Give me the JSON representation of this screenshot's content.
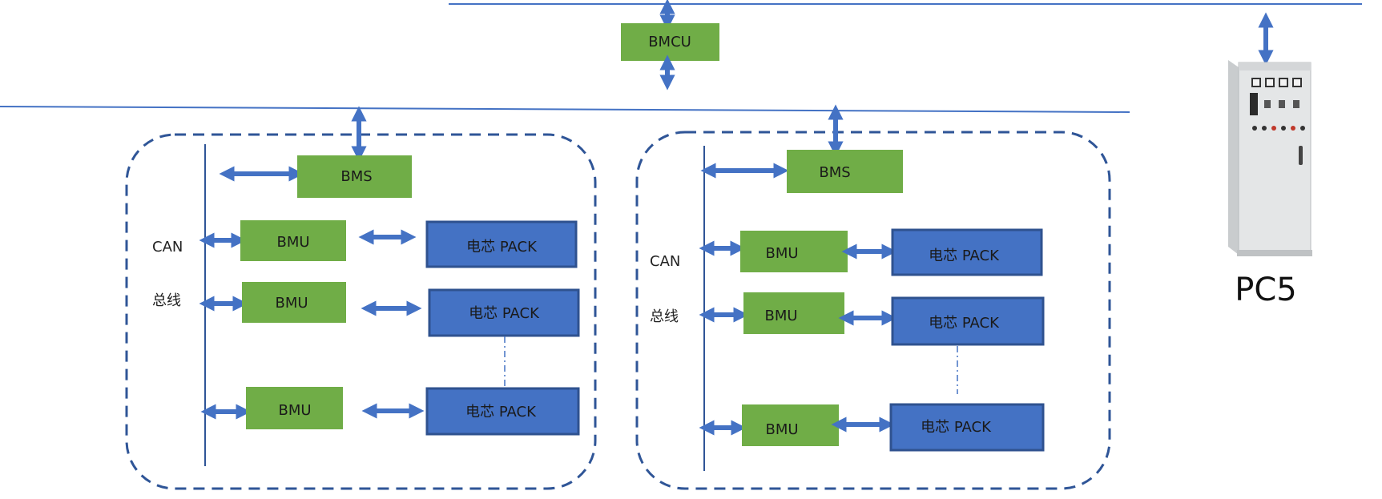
{
  "top_controller": {
    "label": "BMCU"
  },
  "cabinet": {
    "label": "PC5"
  },
  "groups": [
    {
      "bms_label": "BMS",
      "bus_label_line1": "CAN",
      "bus_label_line2": "总线",
      "bmu_labels": [
        "BMU",
        "BMU",
        "BMU"
      ],
      "pack_labels": [
        "电芯 PACK",
        "电芯 PACK",
        "电芯 PACK"
      ]
    },
    {
      "bms_label": "BMS",
      "bus_label_line1": "CAN",
      "bus_label_line2": "总线",
      "bmu_labels": [
        "BMU",
        "BMU",
        "BMU"
      ],
      "pack_labels": [
        "电芯 PACK",
        "电芯 PACK",
        "电芯 PACK"
      ]
    }
  ],
  "colors": {
    "bmu_fill": "#70ad47",
    "pack_fill": "#4472c4",
    "line": "#4472c4",
    "dashed_border": "#2f5597"
  }
}
